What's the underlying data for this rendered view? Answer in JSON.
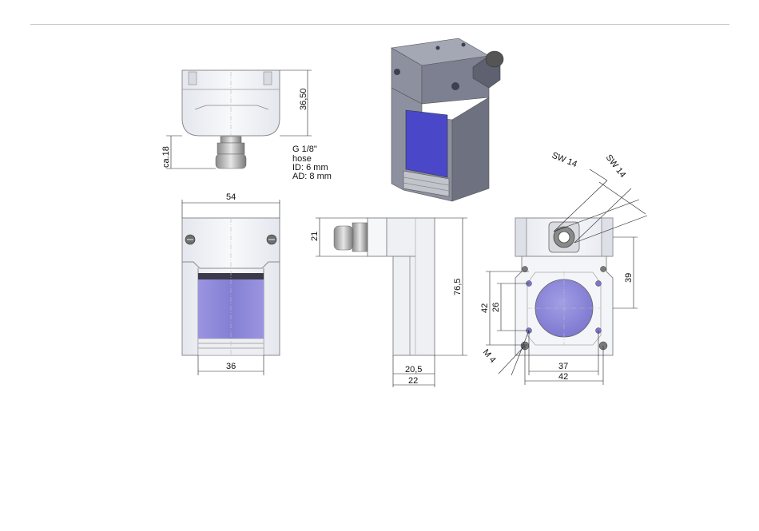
{
  "colors": {
    "housing": "#f2f3f6",
    "housing_edge": "#8a8a8a",
    "window": "#8a84d6",
    "window_dark": "#3a3a4a",
    "iso_body": "#7d8090",
    "iso_window": "#4a48c8"
  },
  "labels": {
    "height_top": "36,50",
    "ca18": "ca.18",
    "fitting": "G 1/8\"",
    "hose": "hose",
    "id": "ID:  6 mm",
    "ad": "AD: 8 mm",
    "width_54": "54",
    "width_36": "36",
    "side_21": "21",
    "height_765": "76,5",
    "depth_205": "20,5",
    "depth_22": "22",
    "sw_a": "SW 14",
    "sw_b": "SW 14",
    "dim_39": "39",
    "dim_42v": "42",
    "dim_26": "26",
    "dim_m4": "M 4",
    "dim_37": "37",
    "dim_42h": "42"
  }
}
